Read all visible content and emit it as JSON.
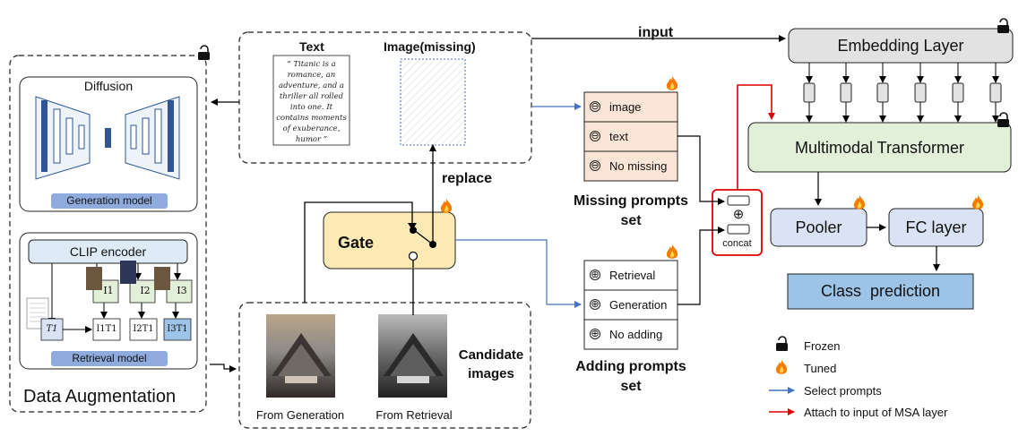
{
  "input_box": {
    "text_title": "Text",
    "image_title": "Image(missing)",
    "text_quote": "“ Titanic is a romance, an adventure, and a thriller all rolled into one. It contains moments of exuberance, humor ”"
  },
  "input_label": "input",
  "replace_label": "replace",
  "gate_label": "Gate",
  "data_augmentation": {
    "title": "Data Augmentation",
    "diffusion": {
      "title": "Diffusion",
      "caption": "Generation model"
    },
    "retrieval": {
      "clip_label": "CLIP encoder",
      "caption": "Retrieval model",
      "img_tokens": [
        "I1",
        "I2",
        "I3"
      ],
      "text_token": "T1",
      "products": [
        "I1T1",
        "I2T1",
        "I3T1"
      ]
    }
  },
  "candidates": {
    "title": "Candidate images",
    "from_generation": "From Generation",
    "from_retrieval": "From Retrieval"
  },
  "missing_prompts": {
    "title": "Missing prompts set",
    "items": [
      "image",
      "text",
      "No missing"
    ],
    "symbol": "⊖"
  },
  "adding_prompts": {
    "title": "Adding prompts set",
    "items": [
      "Retrieval",
      "Generation",
      "No adding"
    ],
    "symbol": "⊕"
  },
  "concat": {
    "label": "concat",
    "symbol": "⊕"
  },
  "embedding_layer": "Embedding Layer",
  "multimodal_transformer": "Multimodal Transformer",
  "pooler": "Pooler",
  "fc_layer": "FC layer",
  "class_prediction": "Class  prediction",
  "legend": {
    "frozen": "Frozen",
    "tuned": "Tuned",
    "select": "Select prompts",
    "attach": "Attach to input of MSA layer"
  },
  "colors": {
    "blue_arrow": "#4472c4",
    "red_arrow": "#e00000",
    "embedding_fill": "#e2e2e2",
    "transformer_fill": "#e2efd9",
    "pooler_fill": "#dae3f3",
    "class_fill": "#9dc3e6",
    "gate_fill": "#fde9b3",
    "missing_fill": "#fbe5d6",
    "diffusion_blue": "#2f5597"
  }
}
